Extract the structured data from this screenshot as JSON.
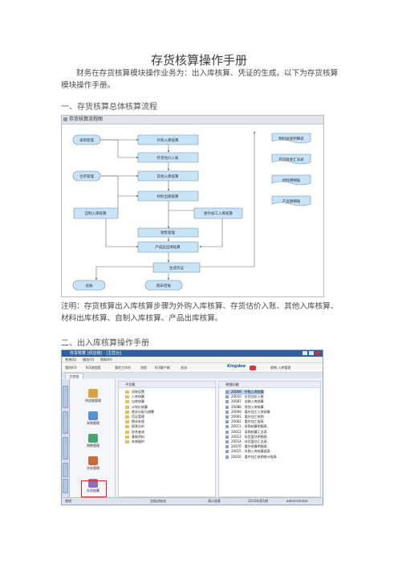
{
  "doc": {
    "title": "存货核算操作手册",
    "intro": "财务在存货核算模块操作业务为：出入库核算、凭证的生成。以下为存货核算模块操作手册。",
    "section1": "一、存货核算总体核算流程",
    "note": "注明：存货核算出入库核算步骤为外购入库核算、存货估价入账、其他入库核算、材料出库核算、自制入库核算、产品出库核算。",
    "section2": "二、出入库核算操作手册"
  },
  "flowchart": {
    "header": "存货核算流程图",
    "nodes": {
      "purchase": "采购管理",
      "warehouse": "仓存管理",
      "self_made": "自制入库核算",
      "ext_purchase": "外购入库核算",
      "estimate": "存货估价入账",
      "other_in": "其他入库核算",
      "material_out": "材料出库核算",
      "outsource": "委外加工入库核算",
      "sales": "销售管理",
      "product_out": "产成品出库核算",
      "voucher": "生成凭证",
      "ledger": "总账",
      "period_end": "期末结账",
      "rpt1": "物料收发明细表",
      "rpt2": "存货收发汇总表",
      "rpt3": "材料明细账",
      "rpt4": "产品明细账"
    }
  },
  "app": {
    "window_title": "存货核算 [供应链] - [主控台]",
    "menu": [
      "系统(S)",
      "服务(V)",
      "帮助(H)"
    ],
    "toolbar": [
      "我的K/3",
      "K/3流程图",
      "我的工作台",
      "消息",
      "K/3客户端",
      "关闭"
    ],
    "brand": "Kingdee",
    "user": "易销 入库管理",
    "tab": "主控台",
    "side_tabs": [
      "我的K/3",
      "供应链",
      "财务会计",
      "成本管理",
      "人力资源"
    ],
    "nav": [
      "供应链管理",
      "采购管理",
      "销售管理",
      "仓存管理",
      "存货核算"
    ],
    "left_panel": {
      "header": "子功能",
      "items": [
        "初始设置",
        "入库核算",
        "出库核算",
        "计划价核算",
        "差异分配与调整",
        "凭证管理",
        "期末处理",
        "报表分析",
        "综合查询",
        "基础资料",
        "系统维护"
      ]
    },
    "right_panel": {
      "header": "明细功能",
      "items": [
        {
          "code": "20009",
          "name": "外购入库核算"
        },
        {
          "code": "20010",
          "name": "存货估价入账"
        },
        {
          "code": "20087",
          "name": "自制入库核算"
        },
        {
          "code": "20088",
          "name": "其他入库核算"
        },
        {
          "code": "20069",
          "name": "委外加工入库核算"
        },
        {
          "code": "20061",
          "name": "委外加工核销"
        },
        {
          "code": "20062",
          "name": "委外加工报表"
        },
        {
          "code": "20011",
          "name": "采购结算明细表"
        },
        {
          "code": "20012",
          "name": "采购结算汇总表"
        },
        {
          "code": "20013",
          "name": "存货暂估明细表"
        },
        {
          "code": "20014",
          "name": "存货暂估汇总表"
        },
        {
          "code": "20070",
          "name": "委外核算明细表"
        },
        {
          "code": "20015",
          "name": "外购入库核算报表"
        },
        {
          "code": "20016",
          "name": "委外加工核销统计报表"
        }
      ]
    },
    "status": [
      "就绪",
      "总账初始化",
      "演示账套",
      "2010年第1期",
      "administrator"
    ]
  }
}
